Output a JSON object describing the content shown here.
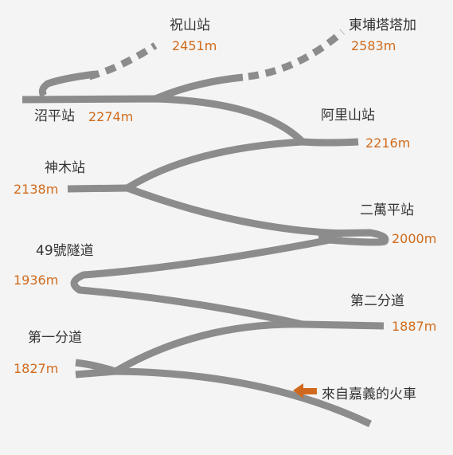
{
  "colors": {
    "background": "#f4f4f4",
    "track": "#8c8c8c",
    "elevation": "#d06b1c",
    "station": "#333333",
    "arrow": "#d0691f"
  },
  "stations": {
    "zhushan": {
      "name": "祝山站",
      "elevation": "2451m"
    },
    "dongpu": {
      "name": "東埔塔塔加",
      "elevation": "2583m"
    },
    "zhaoping": {
      "name": "沼平站",
      "elevation": "2274m"
    },
    "alishan": {
      "name": "阿里山站",
      "elevation": "2216m"
    },
    "shenmu": {
      "name": "神木站",
      "elevation": "2138m"
    },
    "erwanping": {
      "name": "二萬平站",
      "elevation": "2000m"
    },
    "tunnel49": {
      "name": "49號隧道",
      "elevation": "1936m"
    },
    "second_switchback": {
      "name": "第二分道",
      "elevation": "1887m"
    },
    "first_switchback": {
      "name": "第一分道",
      "elevation": "1827m"
    }
  },
  "legend": {
    "train_from_chiayi": "來自嘉義的火車",
    "arrow_icon": "left-arrow-icon"
  }
}
